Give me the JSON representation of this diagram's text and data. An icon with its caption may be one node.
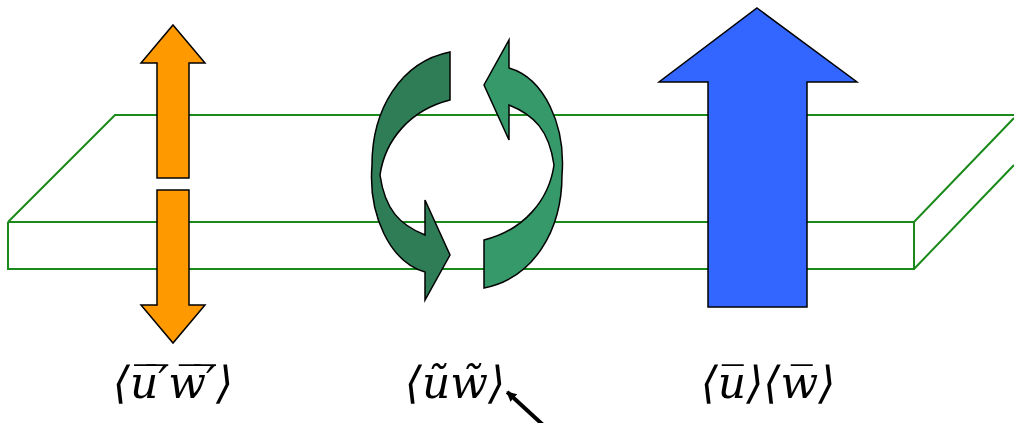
{
  "diagram": {
    "nodes": [
      {
        "text": [
          "⟨u̅′̅w̅′̅⟩"
        ]
      },
      {
        "text": [
          "⟨ũw̃⟩"
        ]
      },
      {
        "text": [
          "⟨u̅⟩⟨w̅⟩"
        ]
      }
    ],
    "edges": [
      {
        "from": null,
        "to": 1,
        "arrow": "to"
      }
    ]
  }
}
